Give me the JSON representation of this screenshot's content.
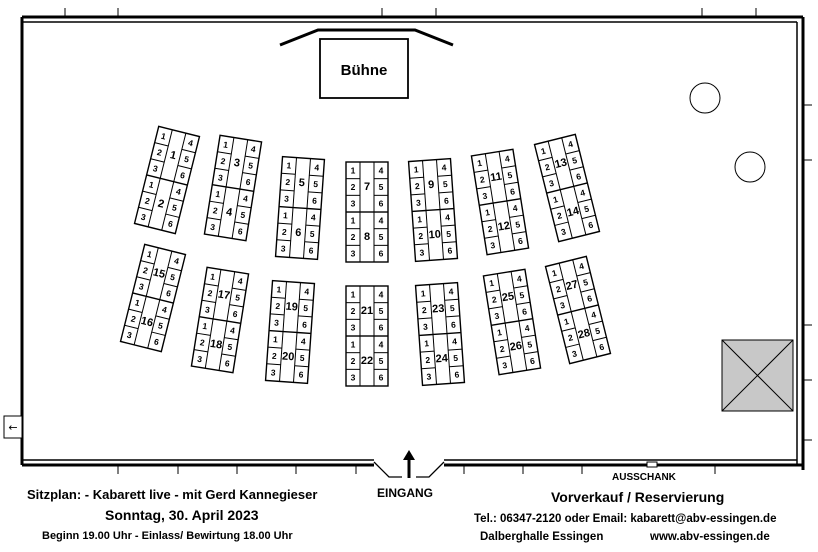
{
  "stage": {
    "label": "Bühne"
  },
  "entrance": {
    "label": "EINGANG"
  },
  "bar": {
    "label": "AUSSCHANK"
  },
  "exit_arrow": {
    "glyph": "←"
  },
  "event": {
    "title": "Sitzplan: - Kabarett live - mit Gerd Kannegieser",
    "date": "Sonntag, 30. April 2023",
    "times": "Beginn 19.00 Uhr - Einlass/ Bewirtung 18.00 Uhr"
  },
  "booking": {
    "heading": "Vorverkauf / Reservierung",
    "contact": "Tel.: 06347-2120 oder Email: kabarett@abv-essingen.de",
    "venue": "Dalberghalle Essingen",
    "website": "www.abv-essingen.de"
  },
  "seat_numbers": {
    "left": [
      "1",
      "2",
      "3"
    ],
    "right": [
      "4",
      "5",
      "6"
    ]
  },
  "table_groups": [
    {
      "tables": [
        "1",
        "2"
      ],
      "angle_deg": 14
    },
    {
      "tables": [
        "3",
        "4"
      ],
      "angle_deg": 9
    },
    {
      "tables": [
        "5",
        "6"
      ],
      "angle_deg": 4
    },
    {
      "tables": [
        "7",
        "8"
      ],
      "angle_deg": 0
    },
    {
      "tables": [
        "9",
        "10"
      ],
      "angle_deg": -4
    },
    {
      "tables": [
        "11",
        "12"
      ],
      "angle_deg": -9
    },
    {
      "tables": [
        "13",
        "14"
      ],
      "angle_deg": -14
    },
    {
      "tables": [
        "15",
        "16"
      ],
      "angle_deg": 14
    },
    {
      "tables": [
        "17",
        "18"
      ],
      "angle_deg": 9
    },
    {
      "tables": [
        "19",
        "20"
      ],
      "angle_deg": 4
    },
    {
      "tables": [
        "21",
        "22"
      ],
      "angle_deg": 0
    },
    {
      "tables": [
        "23",
        "24"
      ],
      "angle_deg": -4
    },
    {
      "tables": [
        "25",
        "26"
      ],
      "angle_deg": -9
    },
    {
      "tables": [
        "27",
        "28"
      ],
      "angle_deg": -14
    }
  ],
  "colors": {
    "line": "#000000",
    "background": "#ffffff",
    "bar_area": "#c8c8c8"
  }
}
